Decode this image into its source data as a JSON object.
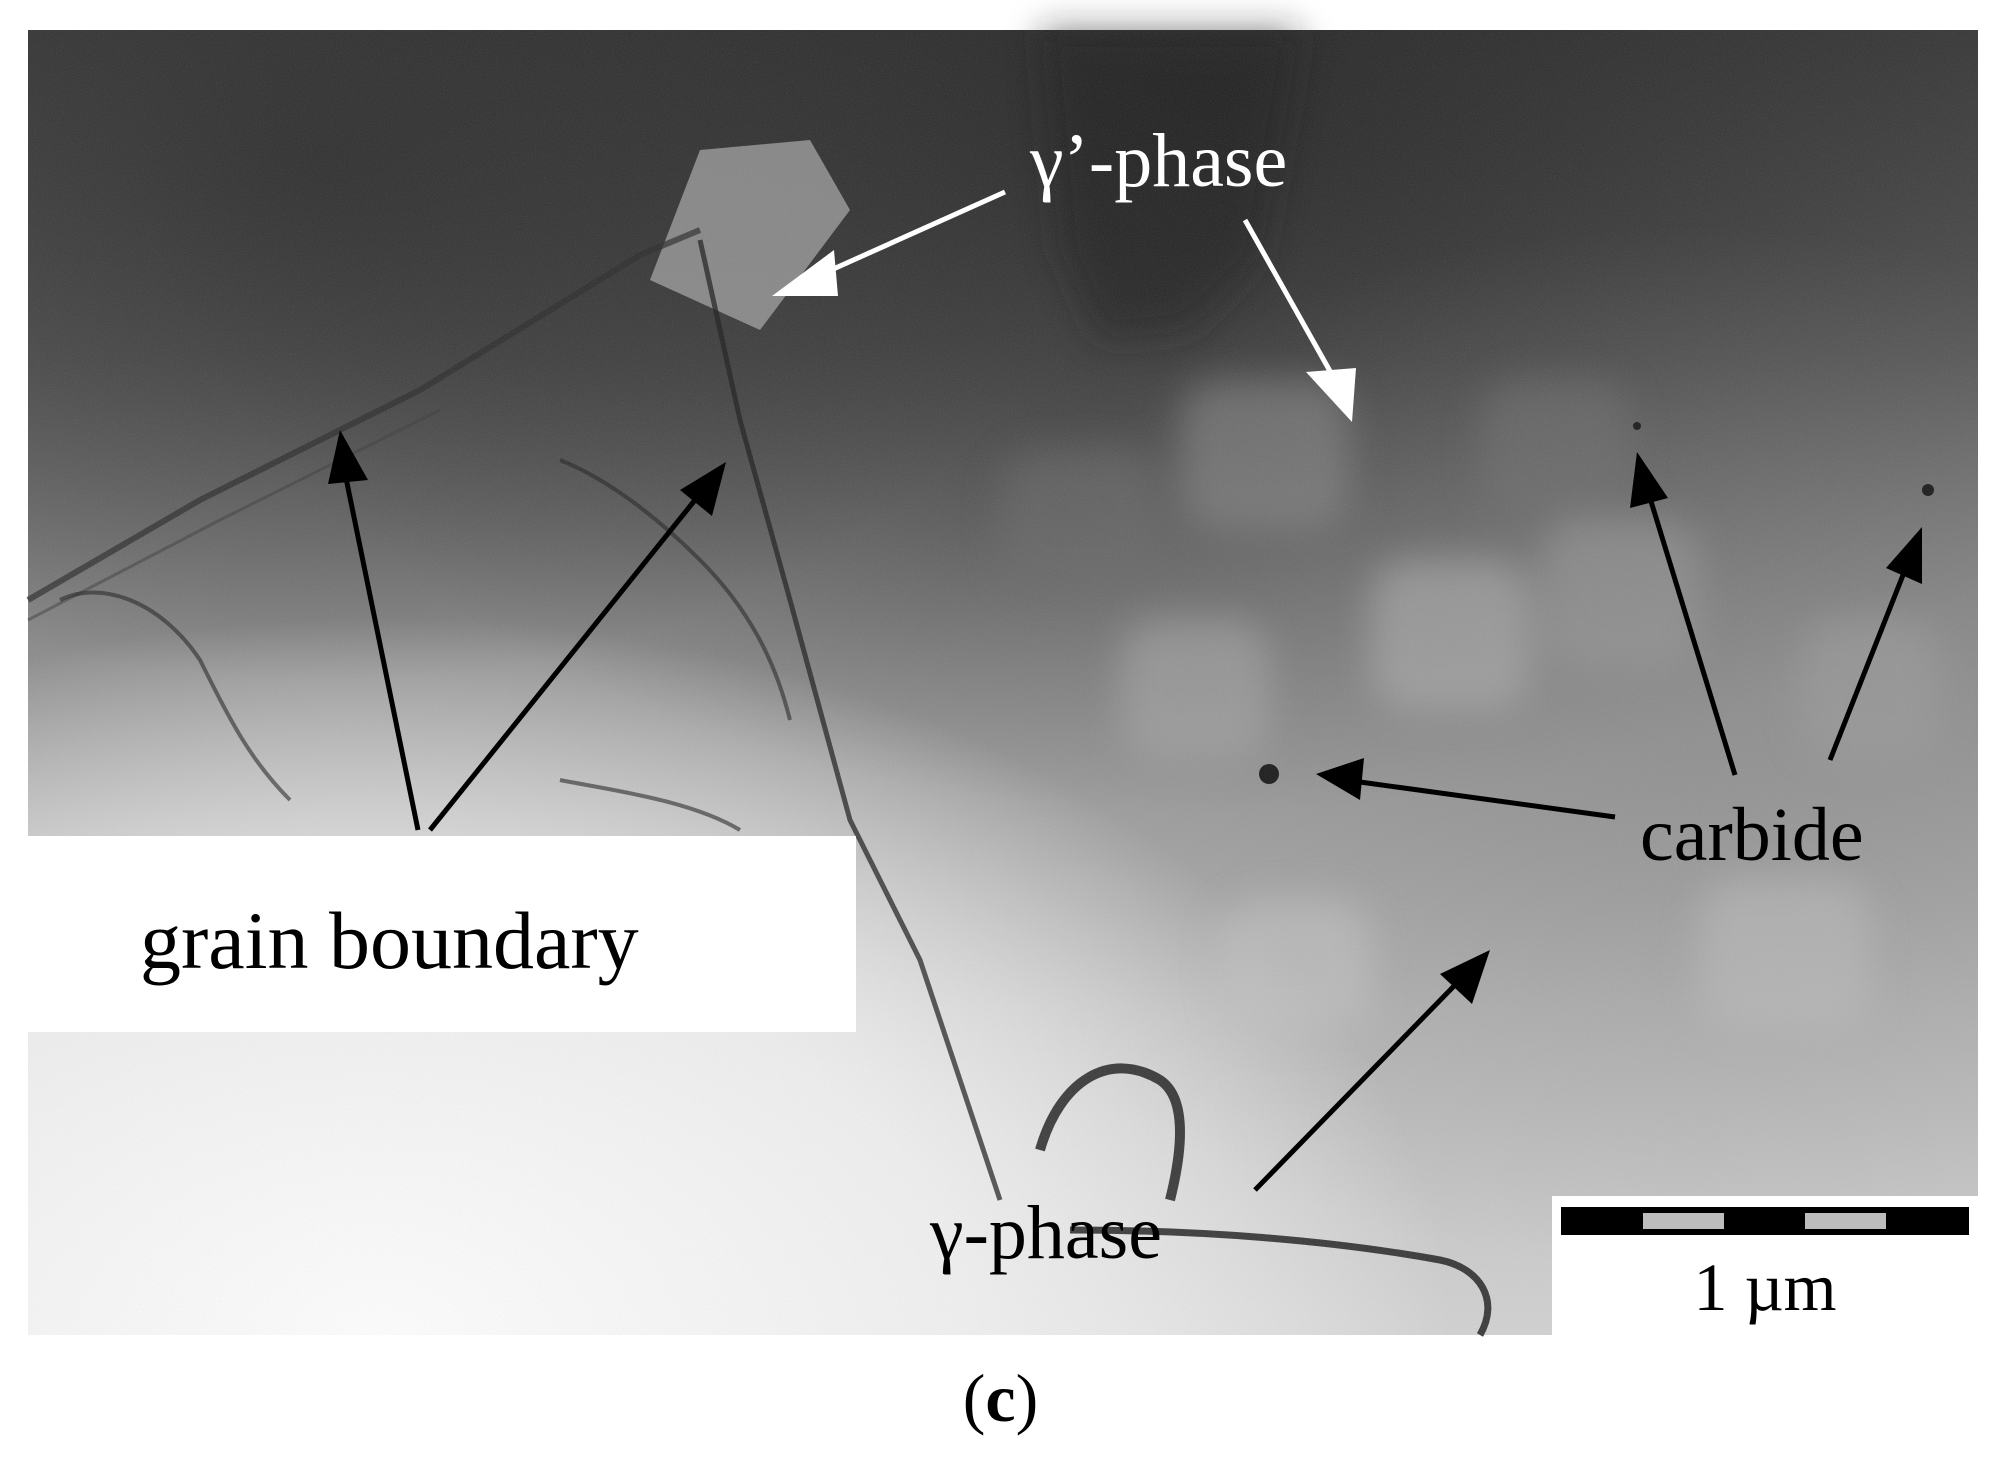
{
  "labels": {
    "gamma_prime_phase": "γ’-phase",
    "grain_boundary": "grain boundary",
    "carbide": "carbide",
    "gamma_phase": "γ-phase"
  },
  "scale_bar": {
    "text": "1 µm"
  },
  "caption": {
    "open": "(",
    "letter": "c",
    "close": ")"
  },
  "colors": {
    "arrow_black": "#000000",
    "arrow_white": "#ffffff",
    "label_box": "#ffffff"
  }
}
